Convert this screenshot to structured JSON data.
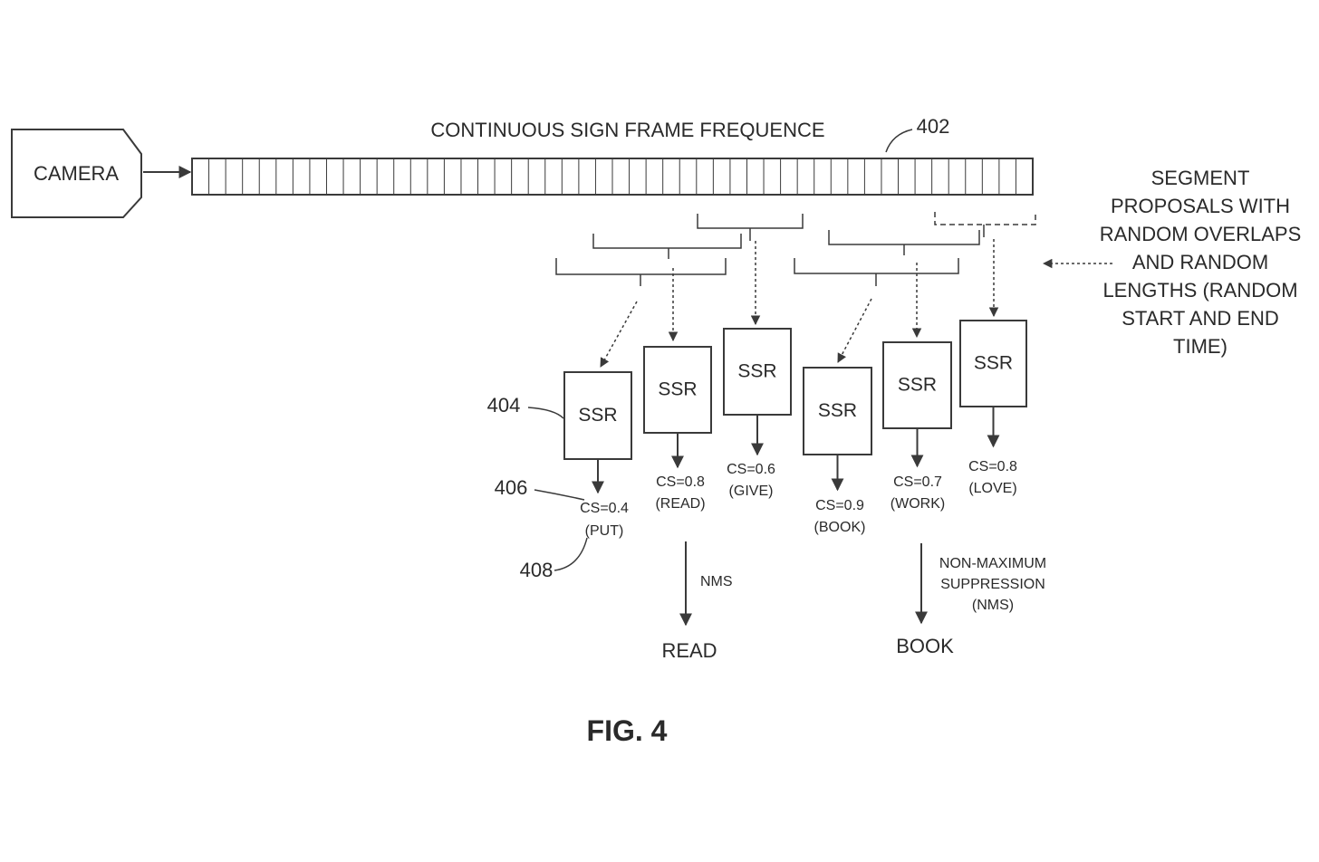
{
  "colors": {
    "ink": "#3a3a3a",
    "background": "#ffffff"
  },
  "source": {
    "label": "CAMERA"
  },
  "sequence": {
    "title": "CONTINUOUS SIGN FRAME FREQUENCE",
    "ref": "402",
    "frame_count": 50
  },
  "annotation": {
    "lines": [
      "SEGMENT",
      "PROPOSALS WITH",
      "RANDOM OVERLAPS",
      "AND RANDOM",
      "LENGTHS (RANDOM",
      "START AND END",
      "TIME)"
    ]
  },
  "ssr_blocks": [
    {
      "label": "SSR",
      "cs": "CS=0.4",
      "word": "(PUT)"
    },
    {
      "label": "SSR",
      "cs": "CS=0.8",
      "word": "(READ)"
    },
    {
      "label": "SSR",
      "cs": "CS=0.6",
      "word": "(GIVE)"
    },
    {
      "label": "SSR",
      "cs": "CS=0.9",
      "word": "(BOOK)"
    },
    {
      "label": "SSR",
      "cs": "CS=0.7",
      "word": "(WORK)"
    },
    {
      "label": "SSR",
      "cs": "CS=0.8",
      "word": "(LOVE)"
    }
  ],
  "refs": {
    "ssr": "404",
    "score": "406",
    "label": "408"
  },
  "nms_left": {
    "label": "NMS",
    "result": "READ"
  },
  "nms_right": {
    "lines": [
      "NON-MAXIMUM",
      "SUPPRESSION",
      "(NMS)"
    ],
    "result": "BOOK"
  },
  "figure_label": "FIG. 4"
}
